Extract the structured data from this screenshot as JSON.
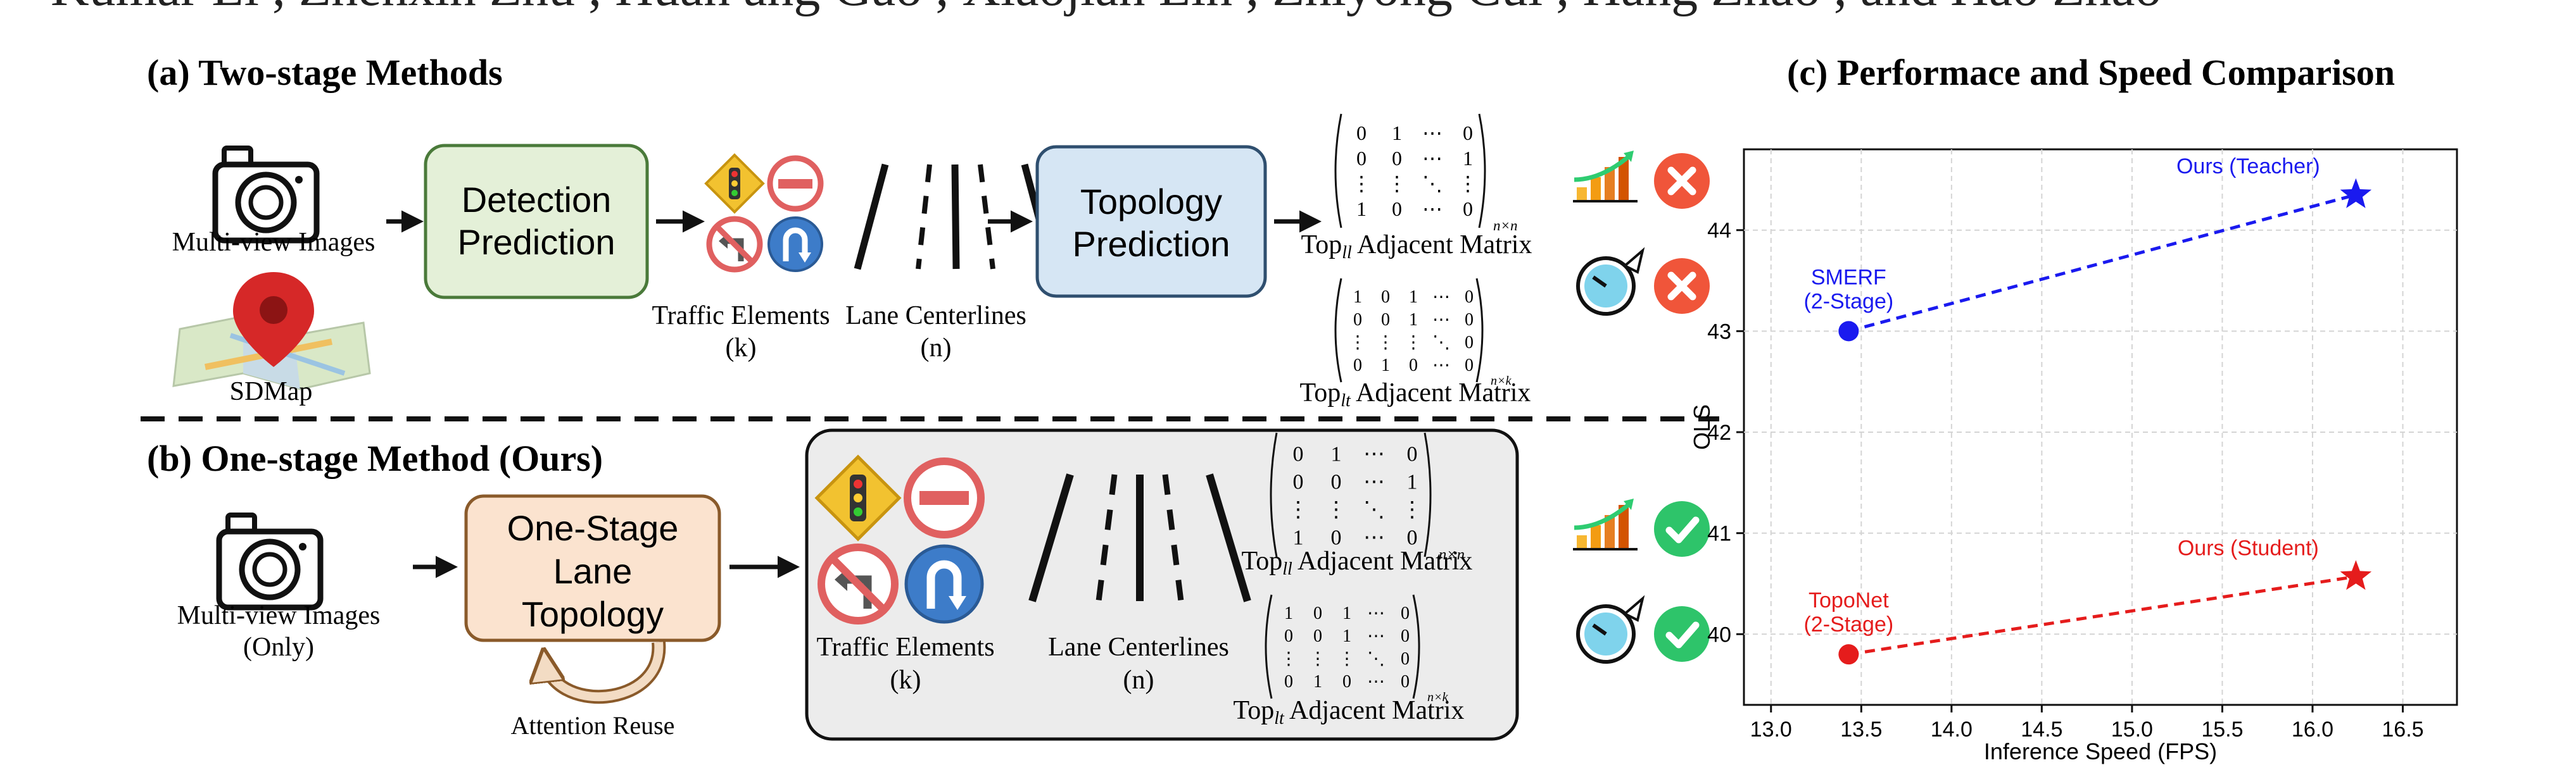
{
  "top_text": "Kumar Li , Zhenxin Zhu , Huan ang Gao , Xiaojian Lin , Zhiyong Cui , Hang Zhao , and Hao Zhao",
  "panel_a": {
    "title": "(a) Two-stage Methods",
    "camera_label": "Multi-view Images",
    "sdmap_label": "SDMap",
    "detection_box": [
      "Detection",
      "Prediction"
    ],
    "traffic_label": [
      "Traffic Elements",
      "(k)"
    ],
    "lane_label": [
      "Lane Centerlines",
      "(n)"
    ],
    "topology_box": [
      "Topology",
      "Prediction"
    ],
    "matrix_ll_rows": [
      [
        "0",
        "1",
        "⋯",
        "0"
      ],
      [
        "0",
        "0",
        "⋯",
        "1"
      ],
      [
        "⋮",
        "⋮",
        "⋱",
        "⋮"
      ],
      [
        "1",
        "0",
        "⋯",
        "0"
      ]
    ],
    "matrix_ll_sub": "n×n",
    "matrix_ll_label": "Top",
    "matrix_ll_label_sub": "ll",
    "matrix_ll_label_rest": " Adjacent Matrix",
    "matrix_lt_rows": [
      [
        "1",
        "0",
        "1",
        "⋯",
        "0"
      ],
      [
        "0",
        "0",
        "1",
        "⋯",
        "0"
      ],
      [
        "⋮",
        "⋮",
        "⋮",
        "⋱",
        "0"
      ],
      [
        "0",
        "1",
        "0",
        "⋯",
        "0"
      ]
    ],
    "matrix_lt_sub": "n×k",
    "matrix_lt_label": "Top",
    "matrix_lt_label_sub": "lt",
    "matrix_lt_label_rest": " Adjacent Matrix"
  },
  "panel_b": {
    "title": "(b) One-stage Method (Ours)",
    "camera_label": [
      "Multi-view Images",
      "(Only)"
    ],
    "onestage_box": [
      "One-Stage",
      "Lane",
      "Topology"
    ],
    "reuse_label": "Attention Reuse",
    "traffic_label": [
      "Traffic Elements",
      "(k)"
    ],
    "lane_label": [
      "Lane Centerlines",
      "(n)"
    ],
    "matrix_ll_rows": [
      [
        "0",
        "1",
        "⋯",
        "0"
      ],
      [
        "0",
        "0",
        "⋯",
        "1"
      ],
      [
        "⋮",
        "⋮",
        "⋱",
        "⋮"
      ],
      [
        "1",
        "0",
        "⋯",
        "0"
      ]
    ],
    "matrix_ll_sub": "n×n",
    "matrix_ll_label": "Top",
    "matrix_ll_label_sub": "ll",
    "matrix_ll_label_rest": " Adjacent Matrix",
    "matrix_lt_rows": [
      [
        "1",
        "0",
        "1",
        "⋯",
        "0"
      ],
      [
        "0",
        "0",
        "1",
        "⋯",
        "0"
      ],
      [
        "⋮",
        "⋮",
        "⋮",
        "⋱",
        "0"
      ],
      [
        "0",
        "1",
        "0",
        "⋯",
        "0"
      ]
    ],
    "matrix_lt_sub": "n×k",
    "matrix_lt_label": "Top",
    "matrix_lt_label_sub": "lt",
    "matrix_lt_label_rest": " Adjacent Matrix"
  },
  "status_icons": {
    "a": [
      "performance-bad",
      "speed-bad"
    ],
    "b": [
      "performance-good",
      "speed-good"
    ]
  },
  "colors": {
    "detection_fill": "#e4f0d8",
    "detection_stroke": "#4a7a3a",
    "topology_fill": "#d6e6f4",
    "topology_stroke": "#2f4f6f",
    "onestage_fill": "#fbe3cf",
    "onestage_stroke": "#8a5a2a",
    "shaded_fill": "#ececec",
    "cross_red": "#f0553a",
    "check_green": "#2ec46a",
    "teacher_blue": "#1a1aef",
    "student_red": "#e51c1c"
  },
  "chart_data": {
    "type": "scatter",
    "title": "(c) Performace and Speed Comparison",
    "xlabel": "Inference Speed (FPS)",
    "ylabel": "OLS",
    "xlim": [
      12.85,
      16.8
    ],
    "ylim": [
      39.3,
      44.8
    ],
    "xticks": [
      "13.0",
      "13.5",
      "14.0",
      "14.5",
      "15.0",
      "15.5",
      "16.0",
      "16.5"
    ],
    "xtick_values": [
      13.0,
      13.5,
      14.0,
      14.5,
      15.0,
      15.5,
      16.0,
      16.5
    ],
    "yticks": [
      "40",
      "41",
      "42",
      "43",
      "44"
    ],
    "ytick_values": [
      40,
      41,
      42,
      43,
      44
    ],
    "grid": true,
    "series": [
      {
        "color": "#1a1aef",
        "points": [
          {
            "x": 13.43,
            "y": 43.0,
            "marker": "circle",
            "label": [
              "SMERF",
              "(2-Stage)"
            ]
          },
          {
            "x": 16.24,
            "y": 44.35,
            "marker": "star",
            "label": [
              "Ours (Teacher)"
            ]
          }
        ]
      },
      {
        "color": "#e51c1c",
        "points": [
          {
            "x": 13.43,
            "y": 39.8,
            "marker": "circle",
            "label": [
              "TopoNet",
              "(2-Stage)"
            ]
          },
          {
            "x": 16.24,
            "y": 40.57,
            "marker": "star",
            "label": [
              "Ours (Student)"
            ]
          }
        ]
      }
    ]
  }
}
